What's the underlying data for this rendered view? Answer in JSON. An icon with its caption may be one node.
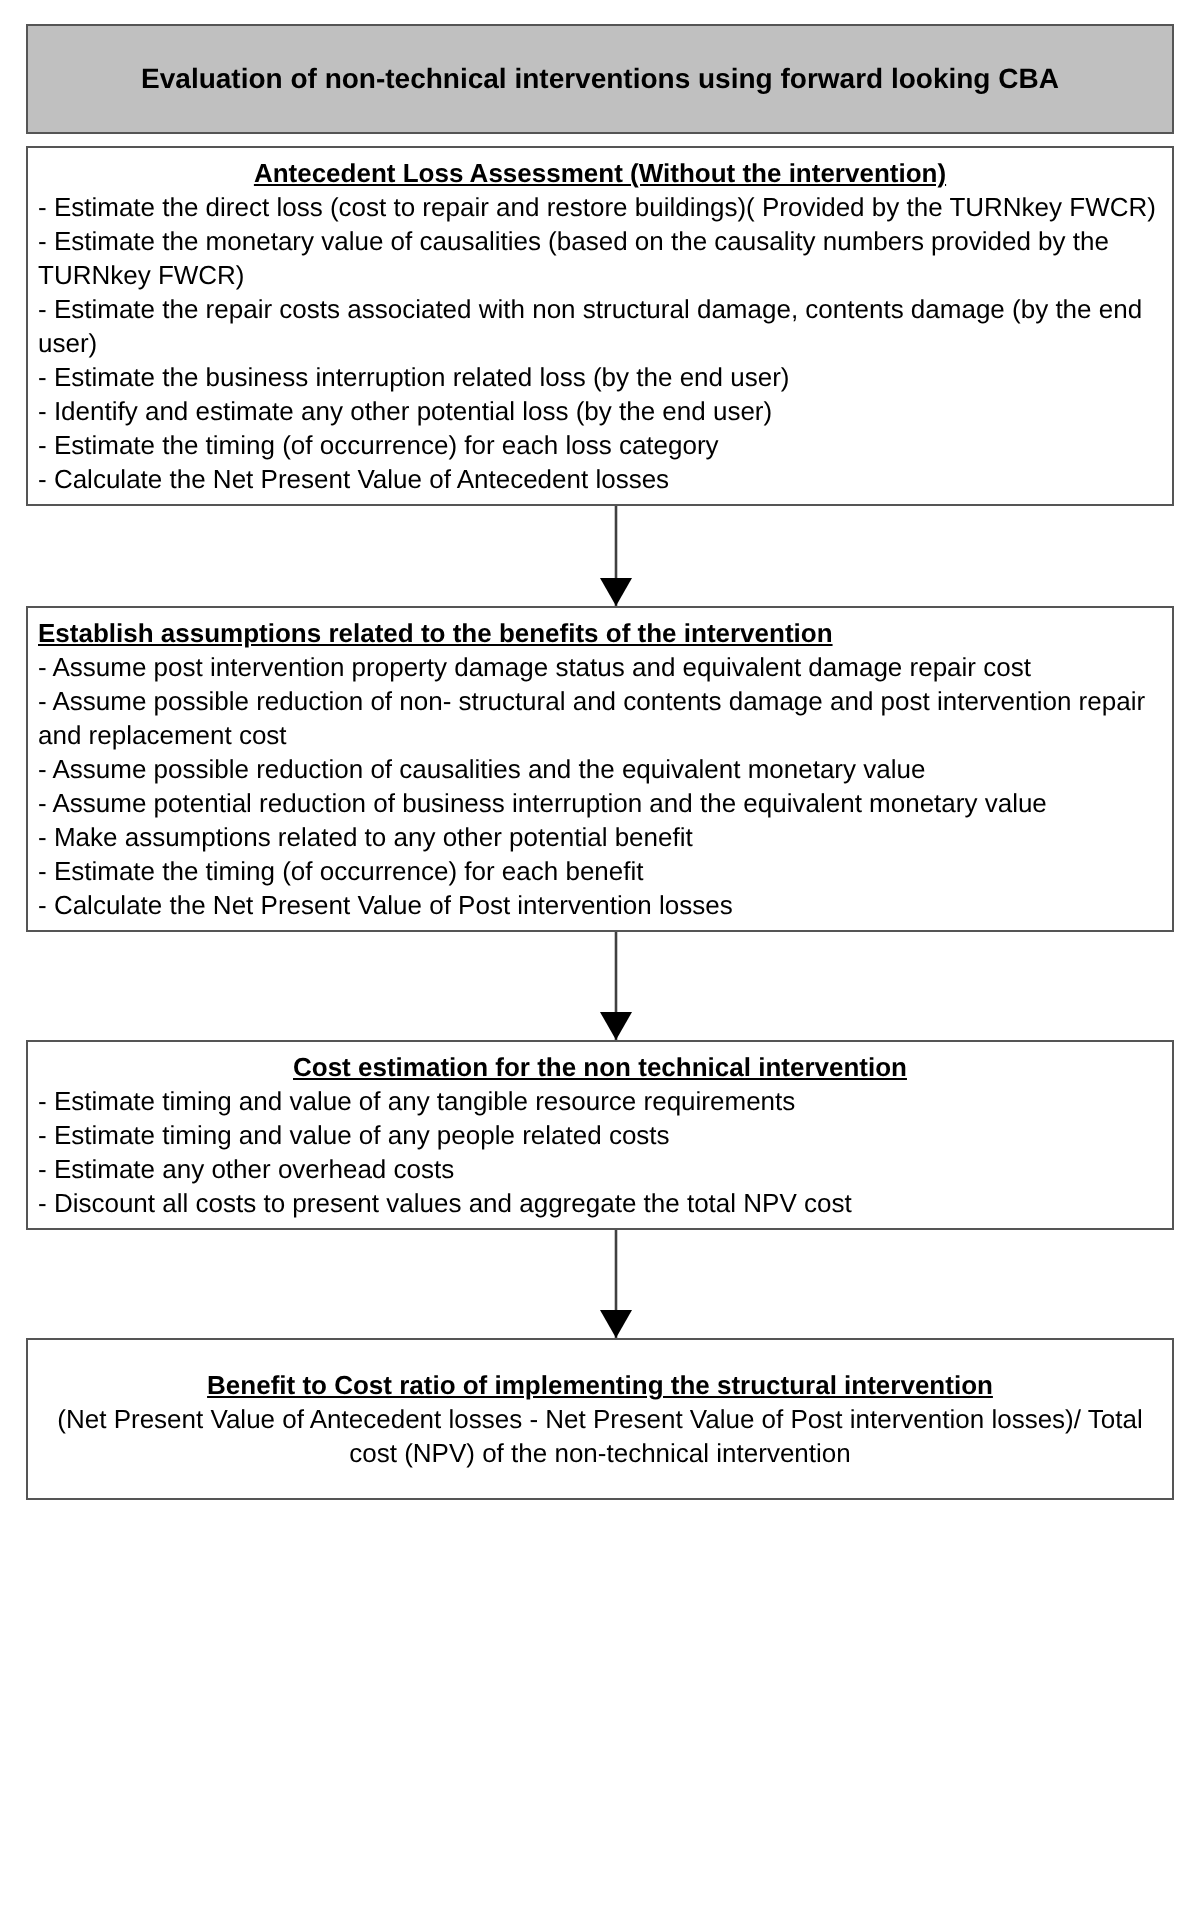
{
  "diagram": {
    "title": "Evaluation of non-technical interventions using forward looking CBA",
    "nodes": [
      {
        "text": [
          "Antecedent Loss Assessment (Without the intervention)",
          "-  Estimate the direct loss (cost to repair and restore buildings)( Provided by the TURNkey FWCR)",
          "-  Estimate the monetary value of causalities (based on the causality numbers provided by the TURNkey FWCR)",
          "-  Estimate the repair costs associated with non structural damage, contents damage (by the end user)",
          "-  Estimate the business interruption related loss (by the end user)",
          "- Identify and estimate any other potential loss (by the end user)",
          "- Estimate the timing (of occurrence) for each loss category",
          "- Calculate the Net Present Value of Antecedent losses"
        ]
      },
      {
        "text": [
          "Establish assumptions related to the benefits of the intervention",
          "- Assume post intervention property damage status and equivalent damage repair cost",
          "- Assume possible reduction of non- structural and contents damage and post intervention repair and replacement cost",
          "- Assume possible reduction of causalities and the equivalent monetary value",
          "- Assume  potential reduction of business interruption and the equivalent monetary value",
          "- Make assumptions related to any other potential benefit",
          "- Estimate the timing (of occurrence) for each benefit",
          "- Calculate the Net Present Value of Post intervention losses"
        ]
      },
      {
        "text": [
          "Cost estimation for the non technical intervention",
          "- Estimate timing and value of any tangible resource requirements",
          "- Estimate timing and value of any people related costs",
          "- Estimate any other overhead costs",
          "- Discount all costs to present values and aggregate the total NPV cost"
        ]
      },
      {
        "text": [
          "Benefit to Cost ratio of implementing the structural intervention",
          "(Net Present Value of Antecedent losses - Net Present Value of Post intervention losses)/ Total cost (NPV) of the non-technical intervention"
        ]
      }
    ],
    "edges": [
      {
        "from": 0,
        "to": 1,
        "arrow": "to"
      },
      {
        "from": 1,
        "to": 2,
        "arrow": "to"
      },
      {
        "from": 2,
        "to": 3,
        "arrow": "to"
      }
    ]
  }
}
